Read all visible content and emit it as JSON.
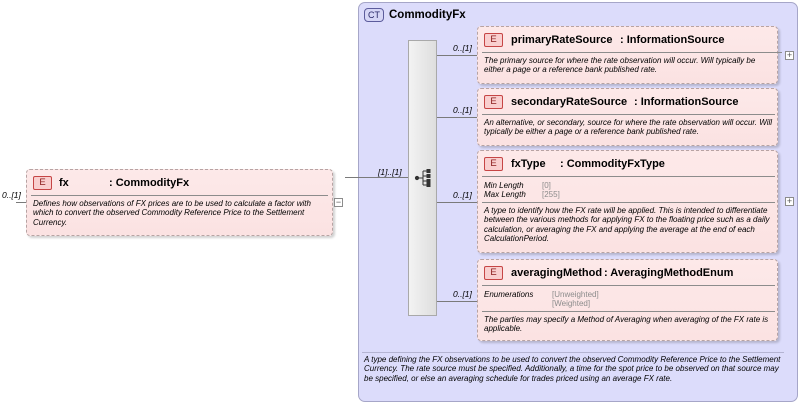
{
  "complex_type": {
    "badge": "CT",
    "name": "CommodityFx",
    "description": "A type defining the FX observations to be used to convert the observed Commodity Reference Price to the Settlement Currency. The rate source must be specified. Additionally, a time for the spot price to be observed on that source may be specified, or else an averaging schedule for trades priced using an average FX rate."
  },
  "root_element": {
    "badge": "E",
    "name": "fx",
    "type": ": CommodityFx",
    "cardinality": "0..[1]",
    "description": "Defines how observations of FX prices are to be used to calculate a factor with which to convert the observed Commodity Reference Price to the Settlement Currency.",
    "collapse_glyph": "−"
  },
  "sequence": {
    "cardinality": "[1]..[1]"
  },
  "children": [
    {
      "badge": "E",
      "name": "primaryRateSource",
      "type": ": InformationSource",
      "cardinality": "0..[1]",
      "description": "The primary source for where the rate observation will occur. Will typically be either a page or a reference bank published rate.",
      "expand_glyph": "+"
    },
    {
      "badge": "E",
      "name": "secondaryRateSource",
      "type": ": InformationSource",
      "cardinality": "0..[1]",
      "description": "An alternative, or secondary, source for where the rate observation will occur. Will typically be either a page or a reference bank published rate."
    },
    {
      "badge": "E",
      "name": "fxType",
      "type": ": CommodityFxType",
      "cardinality": "0..[1]",
      "facets": [
        {
          "key": "Min Length",
          "value": "[0]"
        },
        {
          "key": "Max Length",
          "value": "[255]"
        }
      ],
      "description": "A type to identify how the FX rate will be applied. This is intended to differentiate between the various methods for applying FX to the floating price such as a daily calculation, or averaging the FX and applying the average at the end of each CalculationPeriod.",
      "expand_glyph": "+"
    },
    {
      "badge": "E",
      "name": "averagingMethod",
      "type": ": AveragingMethodEnum",
      "cardinality": "0..[1]",
      "enumerations_label": "Enumerations",
      "enumerations": [
        "[Unweighted]",
        "[Weighted]"
      ],
      "description": "The parties may specify a Method of Averaging when averaging of the FX rate is applicable."
    }
  ]
}
